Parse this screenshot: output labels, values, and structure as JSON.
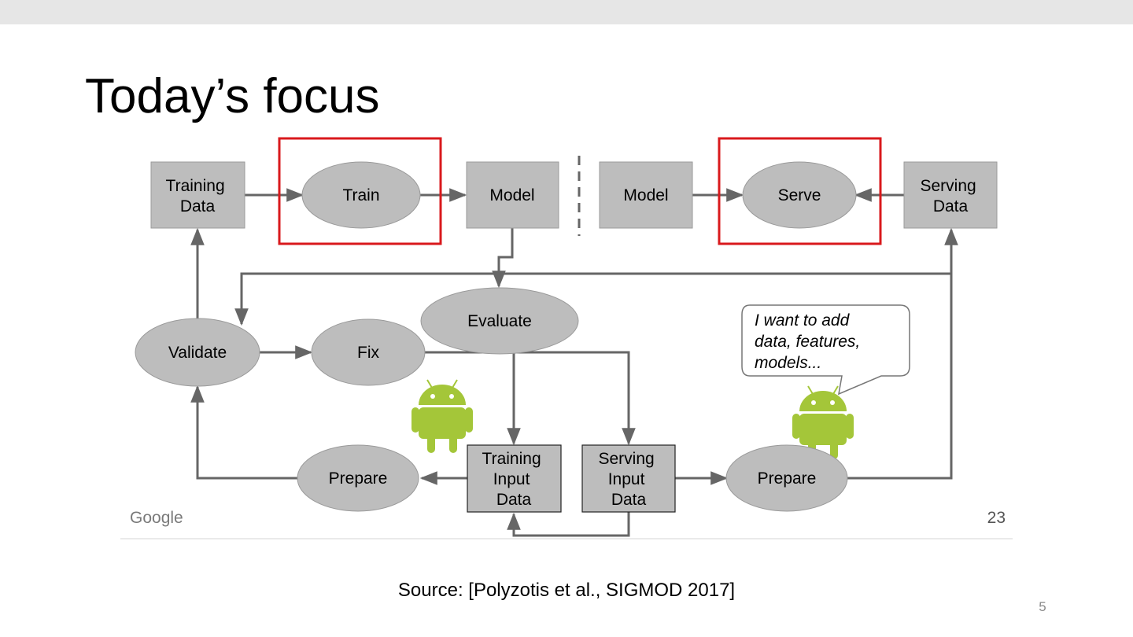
{
  "slide": {
    "title": "Today’s focus",
    "source": "Source: [Polyzotis et al., SIGMOD 2017]",
    "page_number": "5"
  },
  "diagram": {
    "top_row": {
      "training_data": [
        "Training",
        "Data"
      ],
      "train": "Train",
      "model_left": "Model",
      "model_right": "Model",
      "serve": "Serve",
      "serving_data": [
        "Serving",
        "Data"
      ]
    },
    "middle_row": {
      "validate": "Validate",
      "fix": "Fix",
      "evaluate": "Evaluate"
    },
    "bottom_row": {
      "prepare_left": "Prepare",
      "training_input_data": [
        "Training",
        "Input",
        "Data"
      ],
      "serving_input_data": [
        "Serving",
        "Input",
        "Data"
      ],
      "prepare_right": "Prepare"
    },
    "speech_bubble": [
      "I want to add",
      "data, features,",
      "models..."
    ],
    "highlight_color": "#d9191c",
    "node_fill": "#bdbdbd",
    "arrow_color": "#666666",
    "android_color": "#a4c639",
    "footer_logo": "Google",
    "inner_page_number": "23"
  }
}
